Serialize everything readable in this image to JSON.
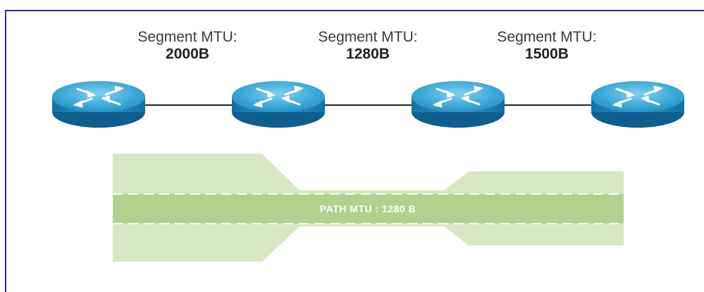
{
  "segments": [
    {
      "label": "Segment MTU:",
      "value": "2000B"
    },
    {
      "label": "Segment MTU:",
      "value": "1280B"
    },
    {
      "label": "Segment MTU:",
      "value": "1500B"
    }
  ],
  "routers": [
    {
      "icon": "router-icon"
    },
    {
      "icon": "router-icon"
    },
    {
      "icon": "router-icon"
    },
    {
      "icon": "router-icon"
    }
  ],
  "path": {
    "label": "PATH MTU : 1280 B"
  },
  "colors": {
    "frame": "#2b2f8f",
    "router_top": "#3aa6d6",
    "router_side": "#1d7fb2",
    "pipe_light": "#d7e7c3",
    "pipe_core": "#b4d08f",
    "link": "#222222"
  }
}
